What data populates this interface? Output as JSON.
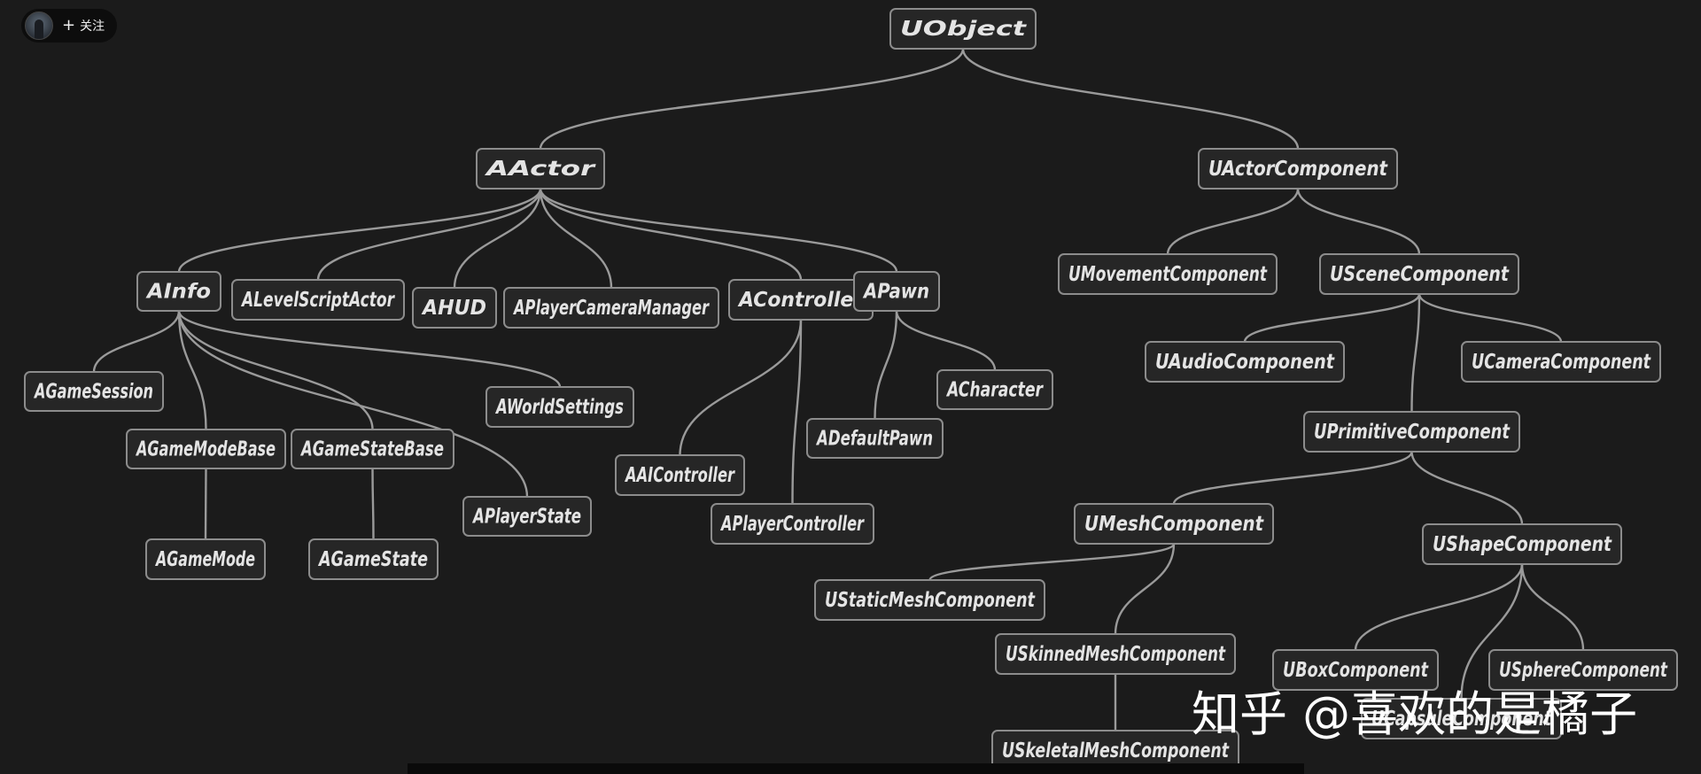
{
  "header": {
    "follow_plus": "+",
    "follow_label": "关注"
  },
  "watermark": "知乎 @喜欢的是橘子",
  "diagram": {
    "nodes": [
      {
        "id": "UObject",
        "label": "UObject"
      },
      {
        "id": "AActor",
        "label": "AActor"
      },
      {
        "id": "UActorComponent",
        "label": "UActorComponent"
      },
      {
        "id": "AInfo",
        "label": "AInfo"
      },
      {
        "id": "ALevelScriptActor",
        "label": "ALevelScriptActor"
      },
      {
        "id": "AHUD",
        "label": "AHUD"
      },
      {
        "id": "APlayerCameraManager",
        "label": "APlayerCameraManager"
      },
      {
        "id": "AController",
        "label": "AController"
      },
      {
        "id": "APawn",
        "label": "APawn"
      },
      {
        "id": "AGameSession",
        "label": "AGameSession"
      },
      {
        "id": "AWorldSettings",
        "label": "AWorldSettings"
      },
      {
        "id": "AGameModeBase",
        "label": "AGameModeBase"
      },
      {
        "id": "AGameStateBase",
        "label": "AGameStateBase"
      },
      {
        "id": "APlayerState",
        "label": "APlayerState"
      },
      {
        "id": "AGameMode",
        "label": "AGameMode"
      },
      {
        "id": "AGameState",
        "label": "AGameState"
      },
      {
        "id": "AAIController",
        "label": "AAIController"
      },
      {
        "id": "APlayerController",
        "label": "APlayerController"
      },
      {
        "id": "ADefaultPawn",
        "label": "ADefaultPawn"
      },
      {
        "id": "ACharacter",
        "label": "ACharacter"
      },
      {
        "id": "UMovementComponent",
        "label": "UMovementComponent"
      },
      {
        "id": "USceneComponent",
        "label": "USceneComponent"
      },
      {
        "id": "UAudioComponent",
        "label": "UAudioComponent"
      },
      {
        "id": "UCameraComponent",
        "label": "UCameraComponent"
      },
      {
        "id": "UPrimitiveComponent",
        "label": "UPrimitiveComponent"
      },
      {
        "id": "UMeshComponent",
        "label": "UMeshComponent"
      },
      {
        "id": "UShapeComponent",
        "label": "UShapeComponent"
      },
      {
        "id": "UStaticMeshComponent",
        "label": "UStaticMeshComponent"
      },
      {
        "id": "USkinnedMeshComponent",
        "label": "USkinnedMeshComponent"
      },
      {
        "id": "USkeletalMeshComponent",
        "label": "USkeletalMeshComponent"
      },
      {
        "id": "UBoxComponent",
        "label": "UBoxComponent"
      },
      {
        "id": "UCapsuleComponent",
        "label": "UCapsuleComponent"
      },
      {
        "id": "USphereComponent",
        "label": "USphereComponent"
      }
    ],
    "edges": [
      [
        "UObject",
        "AActor"
      ],
      [
        "UObject",
        "UActorComponent"
      ],
      [
        "AActor",
        "AInfo"
      ],
      [
        "AActor",
        "ALevelScriptActor"
      ],
      [
        "AActor",
        "AHUD"
      ],
      [
        "AActor",
        "APlayerCameraManager"
      ],
      [
        "AActor",
        "AController"
      ],
      [
        "AActor",
        "APawn"
      ],
      [
        "AInfo",
        "AGameSession"
      ],
      [
        "AInfo",
        "AGameModeBase"
      ],
      [
        "AInfo",
        "AGameStateBase"
      ],
      [
        "AInfo",
        "AWorldSettings"
      ],
      [
        "AInfo",
        "APlayerState"
      ],
      [
        "AGameModeBase",
        "AGameMode"
      ],
      [
        "AGameStateBase",
        "AGameState"
      ],
      [
        "AController",
        "AAIController"
      ],
      [
        "AController",
        "APlayerController"
      ],
      [
        "APawn",
        "ADefaultPawn"
      ],
      [
        "APawn",
        "ACharacter"
      ],
      [
        "UActorComponent",
        "UMovementComponent"
      ],
      [
        "UActorComponent",
        "USceneComponent"
      ],
      [
        "USceneComponent",
        "UAudioComponent"
      ],
      [
        "USceneComponent",
        "UCameraComponent"
      ],
      [
        "USceneComponent",
        "UPrimitiveComponent"
      ],
      [
        "UPrimitiveComponent",
        "UMeshComponent"
      ],
      [
        "UPrimitiveComponent",
        "UShapeComponent"
      ],
      [
        "UMeshComponent",
        "UStaticMeshComponent"
      ],
      [
        "UMeshComponent",
        "USkinnedMeshComponent"
      ],
      [
        "USkinnedMeshComponent",
        "USkeletalMeshComponent"
      ],
      [
        "UShapeComponent",
        "UBoxComponent"
      ],
      [
        "UShapeComponent",
        "UCapsuleComponent"
      ],
      [
        "UShapeComponent",
        "USphereComponent"
      ]
    ]
  }
}
